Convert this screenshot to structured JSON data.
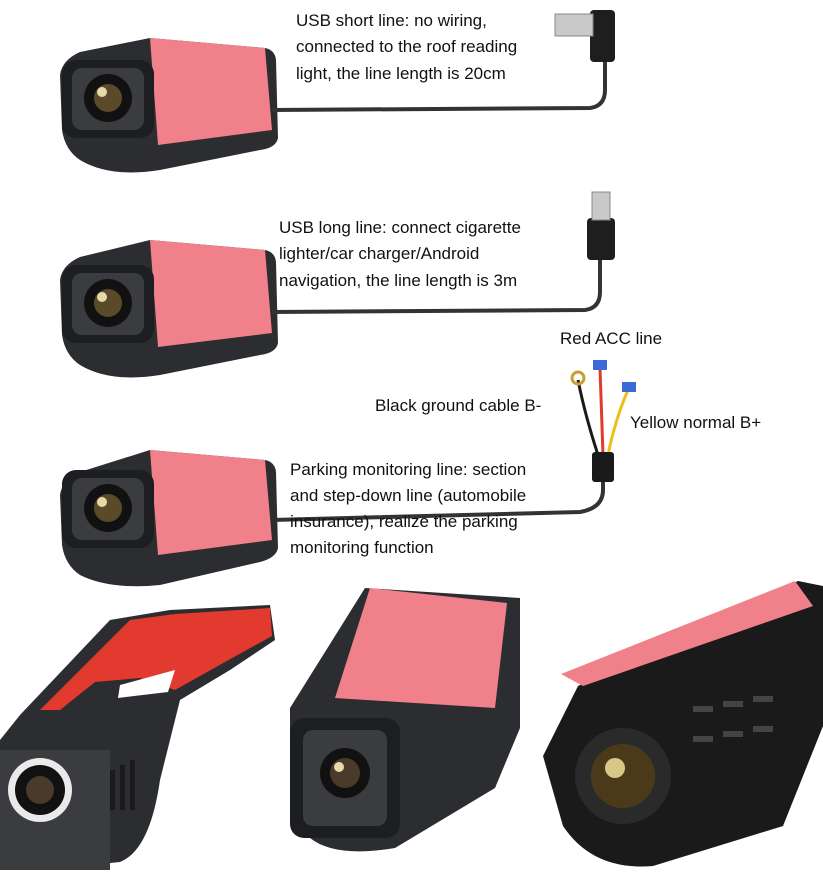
{
  "labels": {
    "usb_short": [
      "USB short line: no wiring,",
      "connected to the roof reading",
      "light, the line length is 20cm"
    ],
    "usb_long": [
      "USB long line: connect cigarette",
      "lighter/car charger/Android",
      "navigation, the line length is 3m"
    ],
    "red_acc": "Red ACC line",
    "black_ground": "Black ground cable B-",
    "yellow_normal": "Yellow normal B+",
    "parking": [
      "Parking monitoring line: section",
      "and step-down line (automobile",
      "insurance), realize the parking",
      "monitoring function"
    ]
  },
  "colors": {
    "pad": "#f0808a",
    "shell": "#2b2d31",
    "red_wire": "#e23a2e",
    "yellow_wire": "#e8c21a",
    "black_wire": "#1a1a1a"
  }
}
